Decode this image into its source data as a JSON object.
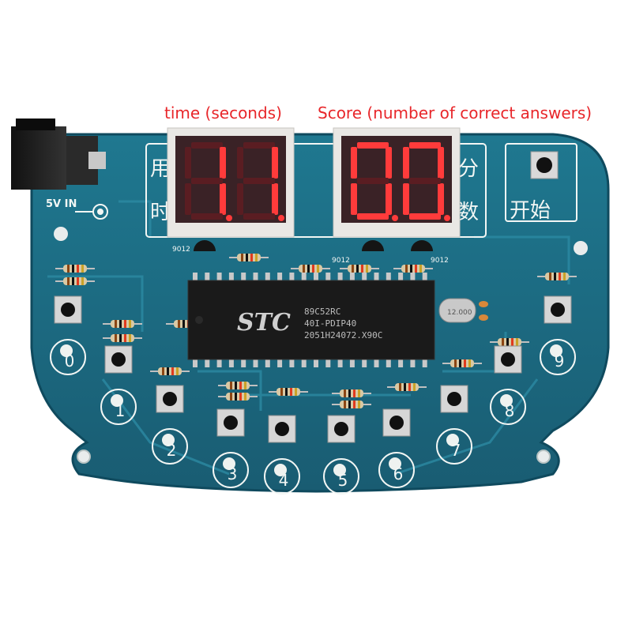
{
  "captions": {
    "time": "time (seconds)",
    "score": "Score (number of correct answers)"
  },
  "displays": {
    "time_digits": "11",
    "score_digits": "00"
  },
  "silkscreen": {
    "power_label": "5V IN",
    "time_chars": [
      "用",
      "时"
    ],
    "score_chars": [
      "分",
      "数"
    ],
    "start_label": "开始",
    "mcu_brand": "STC",
    "mcu_model": "89C52RC",
    "mcu_package": "40I-PDIP40",
    "mcu_batch": "2051H24072.X90C",
    "crystal": "12.000",
    "transistor_type": "9012"
  },
  "buttons": {
    "digits": [
      "0",
      "1",
      "2",
      "3",
      "4",
      "5",
      "6",
      "7",
      "8",
      "9"
    ]
  },
  "colors": {
    "pcb": "#1e6a80",
    "pcb_edge": "#0f4a5e",
    "silkscreen": "#f2f6f4",
    "segment_lit": "#ff3b3b",
    "caption": "#e8262a",
    "chip": "#1a1a1a"
  }
}
